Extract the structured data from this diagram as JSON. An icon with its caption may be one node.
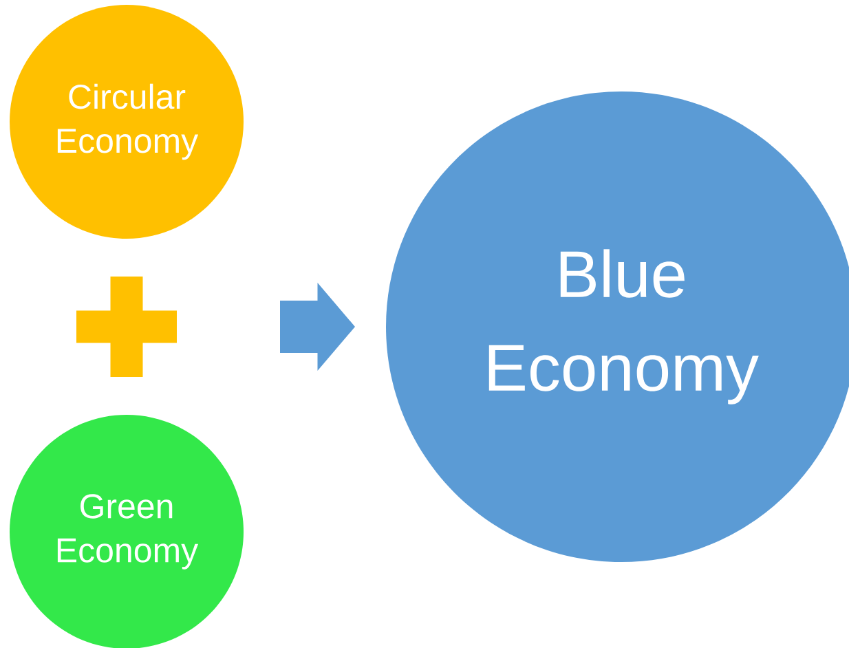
{
  "diagram": {
    "nodes": [
      {
        "text": [
          "Circular Economy"
        ]
      },
      {
        "text": [
          "Green Economy"
        ]
      },
      {
        "text": [
          "Blue Economy"
        ]
      },
      {
        "text": [],
        "shape": "plus"
      },
      {
        "text": [],
        "shape": "arrow"
      }
    ]
  }
}
